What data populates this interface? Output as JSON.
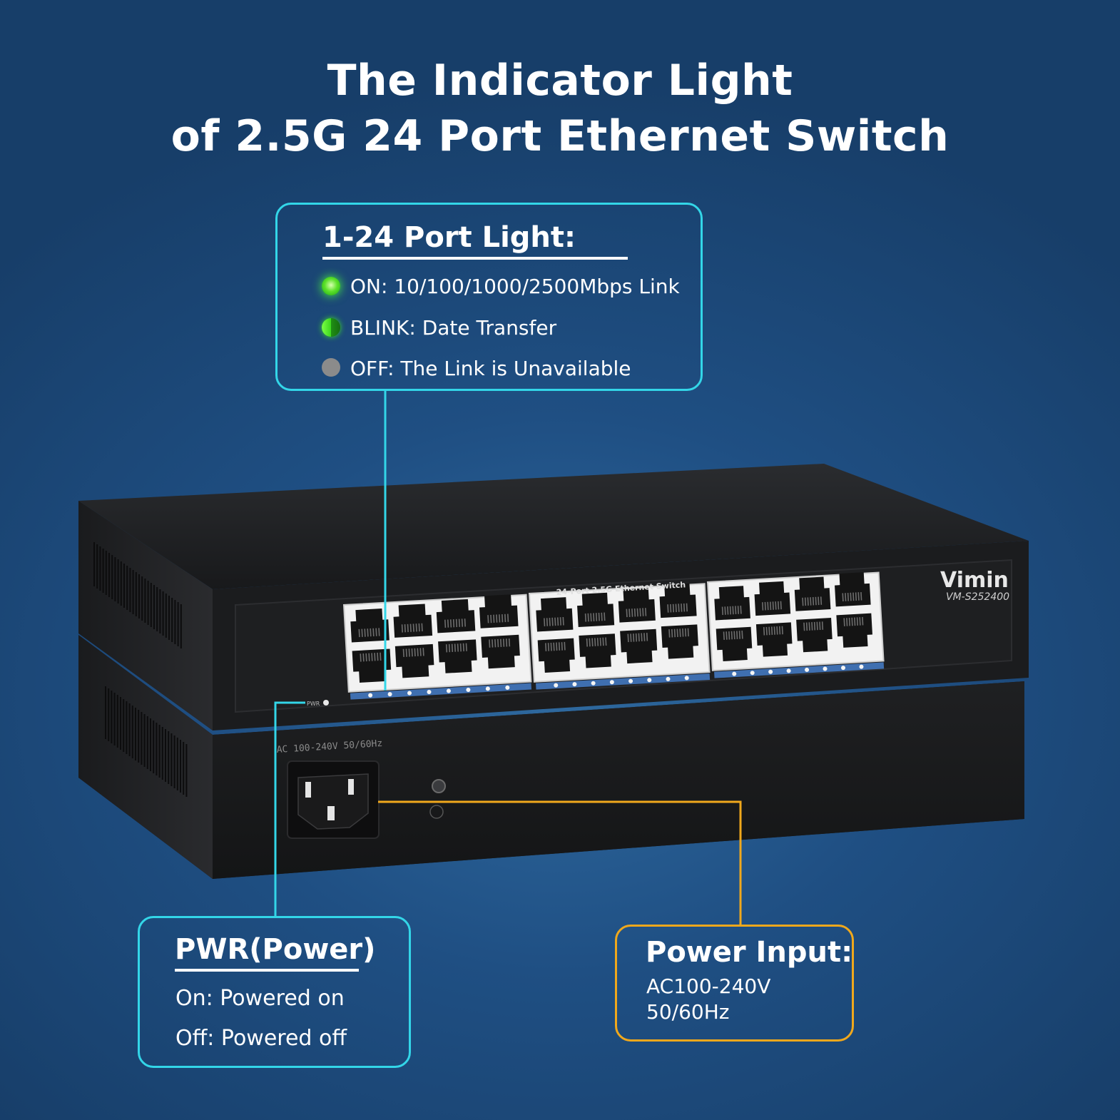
{
  "title": {
    "line1": "The Indicator Light",
    "line2": "of 2.5G 24 Port Ethernet Switch"
  },
  "port_light": {
    "heading": "1-24 Port Light:",
    "items": [
      "ON: 10/100/1000/2500Mbps Link",
      "BLINK: Date Transfer",
      "OFF: The Link is Unavailable"
    ]
  },
  "pwr": {
    "heading": "PWR(Power)",
    "items": [
      "On: Powered on",
      "Off: Powered off"
    ]
  },
  "power_input": {
    "heading": "Power Input:",
    "lines": [
      "AC100-240V",
      "50/60Hz"
    ]
  },
  "device": {
    "brand": "Vimin",
    "model": "VM-S252400",
    "panel_label": "24-Port 2.5G Ethernet Switch",
    "pwr_label": "PWR",
    "rating_label": "AC 100-240V 50/60Hz",
    "port_count": 24
  },
  "colors": {
    "callout_cyan": "#33d6e8",
    "callout_orange": "#f0a81c",
    "led_on": "#5de22a",
    "led_off": "#8b8b8b",
    "background": "#1f4f83"
  }
}
